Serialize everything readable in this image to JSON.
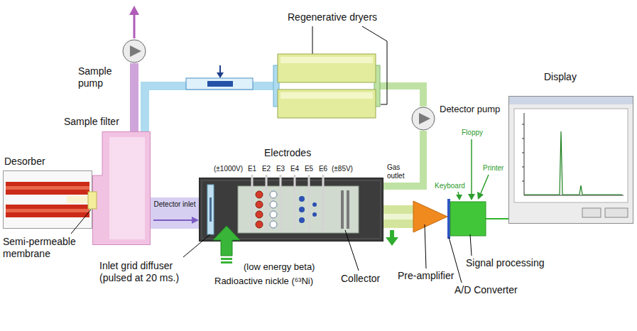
{
  "diagram": {
    "nodes": [
      {
        "text": [
          "Regenerative dryers"
        ]
      },
      {
        "text": [
          "Sample pump"
        ]
      },
      {
        "text": [
          "Sample filter"
        ]
      },
      {
        "text": [
          "Desorber"
        ]
      },
      {
        "text": [
          "Detector pump"
        ]
      },
      {
        "text": [
          "Electrodes"
        ]
      },
      {
        "text": [
          "Pre-amplifier"
        ]
      },
      {
        "text": [
          "Signal processing",
          "A/D Converter"
        ]
      },
      {
        "text": [
          "Display"
        ]
      }
    ],
    "edges": [
      {
        "from": 2,
        "to": 1,
        "arrow": "none"
      },
      {
        "from": 2,
        "to": 0,
        "arrow": "none"
      },
      {
        "from": 0,
        "to": 4,
        "arrow": "none"
      },
      {
        "from": 5,
        "to": 4,
        "label": "Gas outlet",
        "arrow": "none"
      },
      {
        "from": 2,
        "to": 5,
        "label": "Detector inlet",
        "arrow": "to"
      },
      {
        "from": 5,
        "to": 6,
        "arrow": "none"
      },
      {
        "from": 7,
        "to": 8,
        "arrow": "none"
      }
    ],
    "labels": [
      "Semi-permeable membrane",
      "Inlet grid diffuser (pulsed at 20 ms.)",
      "(±1000V)",
      "E1",
      "E2",
      "E3",
      "E4",
      "E5",
      "E6",
      "(±85V)",
      "Collector",
      "(low energy beta)",
      "Radioactive nickle (⁶³Ni)",
      "Keyboard",
      "Floppy",
      "Printer"
    ]
  }
}
